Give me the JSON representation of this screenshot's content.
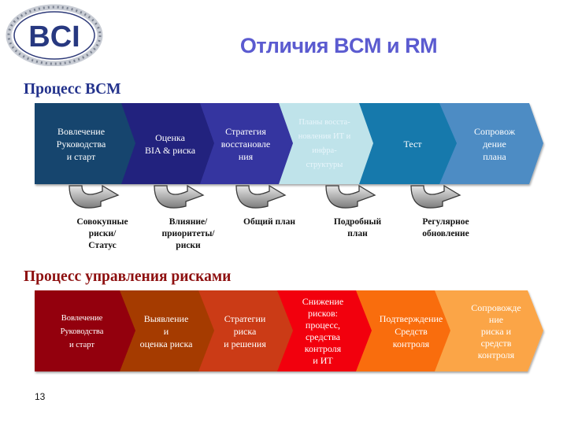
{
  "slide": {
    "logo_text": "BCI",
    "title": "Отличия BCM и RM",
    "page_number": "13"
  },
  "bcm": {
    "heading": "Процесс BCM",
    "steps": [
      {
        "lines": [
          "Вовлечение",
          "Руководства",
          "и старт"
        ],
        "color": "#15446e"
      },
      {
        "lines": [
          "Оценка",
          "BIA & риска"
        ],
        "color": "#24237e"
      },
      {
        "lines": [
          "Стратегия",
          "восстановле",
          "ния"
        ],
        "color": "#3636a0"
      },
      {
        "lines": [
          "Планы восста-",
          "новления ИТ и",
          "инфра-",
          "структуры"
        ],
        "color": "#bfe3ea"
      },
      {
        "lines": [
          "Тест"
        ],
        "color": "#1679ac"
      },
      {
        "lines": [
          "Сопровож",
          "дение",
          "плана"
        ],
        "color": "#4d8cc4"
      }
    ],
    "captions": [
      [
        "Совокупные",
        "риски/",
        "Статус"
      ],
      [
        "Влияние/",
        "приоритеты/",
        "риски"
      ],
      [
        "Общий план"
      ],
      [
        "Подробный",
        "план"
      ],
      [
        "Регулярное",
        "обновление"
      ]
    ]
  },
  "rm": {
    "heading": "Процесс управления рисками",
    "steps": [
      {
        "lines": [
          "Вовлечение",
          "Руководства",
          "и старт"
        ],
        "color": "#930608"
      },
      {
        "lines": [
          "Выявление",
          "и",
          "оценка риска"
        ],
        "color": "#a53b05"
      },
      {
        "lines": [
          "Стратегии",
          "риска",
          "и решения"
        ],
        "color": "#cb3a12"
      },
      {
        "lines": [
          "Снижение",
          "рисков:",
          "процесс,",
          "средства",
          "контроля",
          "и ИТ"
        ],
        "color": "#f2060a"
      },
      {
        "lines": [
          "Подтверждение",
          "Средств",
          "контроля"
        ],
        "color": "#f96d10"
      },
      {
        "lines": [
          "Сопровожде",
          "ние",
          "риска и",
          "средств",
          "контроля"
        ],
        "color": "#fba546"
      }
    ]
  }
}
